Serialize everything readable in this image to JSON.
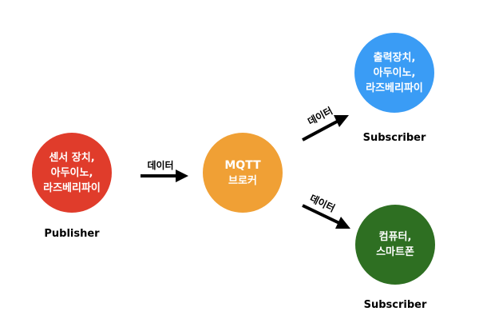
{
  "colors": {
    "publisher": "#e03c2b",
    "broker": "#f0a035",
    "subscriber_top": "#3a9cf5",
    "subscriber_bottom": "#2e6f22",
    "arrow": "#000000"
  },
  "publisher": {
    "lines": [
      "센서 장치,",
      "아두이노,",
      "라즈베리파이"
    ],
    "label": "Publisher"
  },
  "broker": {
    "title": "MQTT",
    "subtitle": "브로커"
  },
  "subscribers": [
    {
      "lines": [
        "출력장치,",
        "아두이노,",
        "라즈베리파이"
      ],
      "label": "Subscriber"
    },
    {
      "lines": [
        "컴퓨터,",
        "스마트폰"
      ],
      "label": "Subscriber"
    }
  ],
  "arrows": {
    "pub_to_broker": "데이터",
    "broker_to_sub1": "데이터",
    "broker_to_sub2": "데이터"
  }
}
